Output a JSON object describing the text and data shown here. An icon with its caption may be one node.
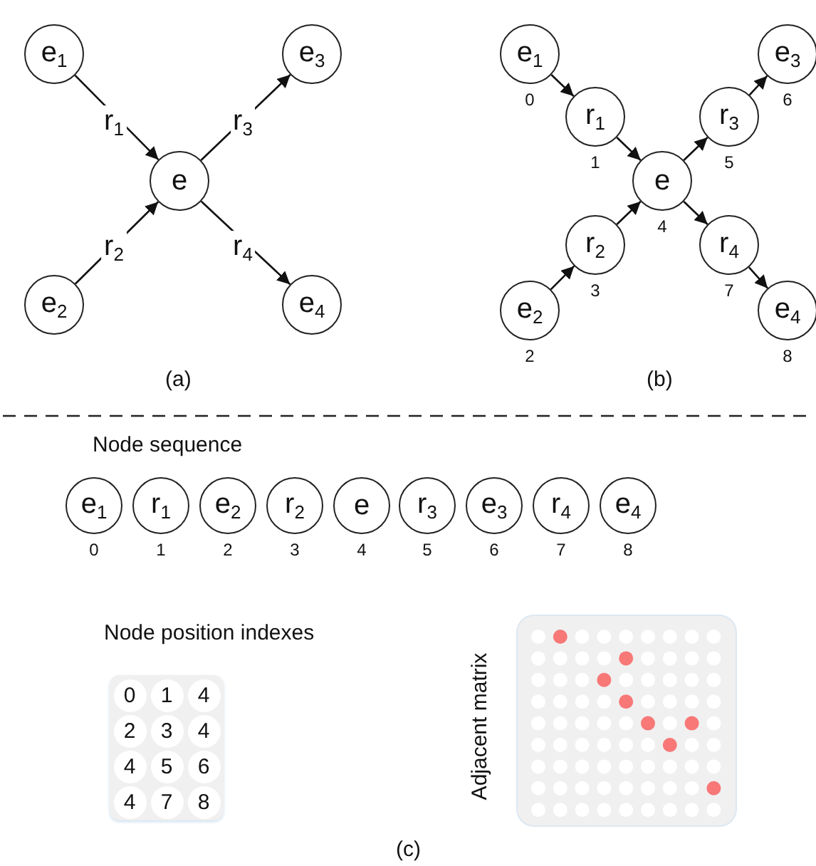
{
  "diagram": {
    "nodes": [
      {
        "text": [
          "e$_{1}$"
        ]
      },
      {
        "text": [
          "e$_{3}$"
        ]
      },
      {
        "text": [
          "e"
        ]
      },
      {
        "text": [
          "e$_{2}$"
        ]
      },
      {
        "text": [
          "e$_{4}$"
        ]
      },
      {
        "text": [
          "e$_{1}$"
        ],
        "beside": [
          "0"
        ]
      },
      {
        "text": [
          "r$_{1}$"
        ],
        "beside": [
          "1"
        ]
      },
      {
        "text": [
          "e$_{2}$"
        ],
        "beside": [
          "2"
        ]
      },
      {
        "text": [
          "r$_{2}$"
        ],
        "beside": [
          "3"
        ]
      },
      {
        "text": [
          "e"
        ],
        "beside": [
          "4"
        ]
      },
      {
        "text": [
          "r$_{3}$"
        ],
        "beside": [
          "5"
        ]
      },
      {
        "text": [
          "e$_{3}$"
        ],
        "beside": [
          "6"
        ]
      },
      {
        "text": [
          "r$_{4}$"
        ],
        "beside": [
          "7"
        ]
      },
      {
        "text": [
          "e$_{4}$"
        ],
        "beside": [
          "8"
        ]
      },
      {
        "text": [
          "e$_{1}$"
        ],
        "beside": [
          "0"
        ]
      },
      {
        "text": [
          "r$_{1}$"
        ],
        "beside": [
          "1"
        ]
      },
      {
        "text": [
          "e$_{2}$"
        ],
        "beside": [
          "2"
        ]
      },
      {
        "text": [
          "r$_{2}$"
        ],
        "beside": [
          "3"
        ]
      },
      {
        "text": [
          "e"
        ],
        "beside": [
          "4"
        ]
      },
      {
        "text": [
          "r$_{3}$"
        ],
        "beside": [
          "5"
        ]
      },
      {
        "text": [
          "e$_{3}$"
        ],
        "beside": [
          "6"
        ]
      },
      {
        "text": [
          "r$_{4}$"
        ],
        "beside": [
          "7"
        ]
      },
      {
        "text": [
          "e$_{4}$"
        ],
        "beside": [
          "8"
        ]
      }
    ],
    "edges": [
      {
        "from": 0,
        "to": 2,
        "arrow": "to",
        "label": "r$_{1}$"
      },
      {
        "from": 2,
        "to": 1,
        "arrow": "to",
        "label": "r$_{3}$"
      },
      {
        "from": 3,
        "to": 2,
        "arrow": "to",
        "label": "r$_{2}$"
      },
      {
        "from": 2,
        "to": 4,
        "arrow": "to",
        "label": "r$_{4}$"
      },
      {
        "from": 5,
        "to": 6,
        "arrow": "to"
      },
      {
        "from": 6,
        "to": 9,
        "arrow": "to"
      },
      {
        "from": 7,
        "to": 8,
        "arrow": "to"
      },
      {
        "from": 8,
        "to": 9,
        "arrow": "to"
      },
      {
        "from": 9,
        "to": 10,
        "arrow": "to"
      },
      {
        "from": 9,
        "to": 12,
        "arrow": "to"
      },
      {
        "from": 10,
        "to": 11,
        "arrow": "to"
      },
      {
        "from": 12,
        "to": 13,
        "arrow": "to"
      }
    ],
    "labels": [
      "(a)",
      "(b)",
      "Node sequence",
      "Node position indexes",
      "0",
      "1",
      "4",
      "2",
      "3",
      "4",
      "4",
      "5",
      "6",
      "4",
      "7",
      "8",
      "Adjacent matrix",
      "(c)"
    ]
  }
}
